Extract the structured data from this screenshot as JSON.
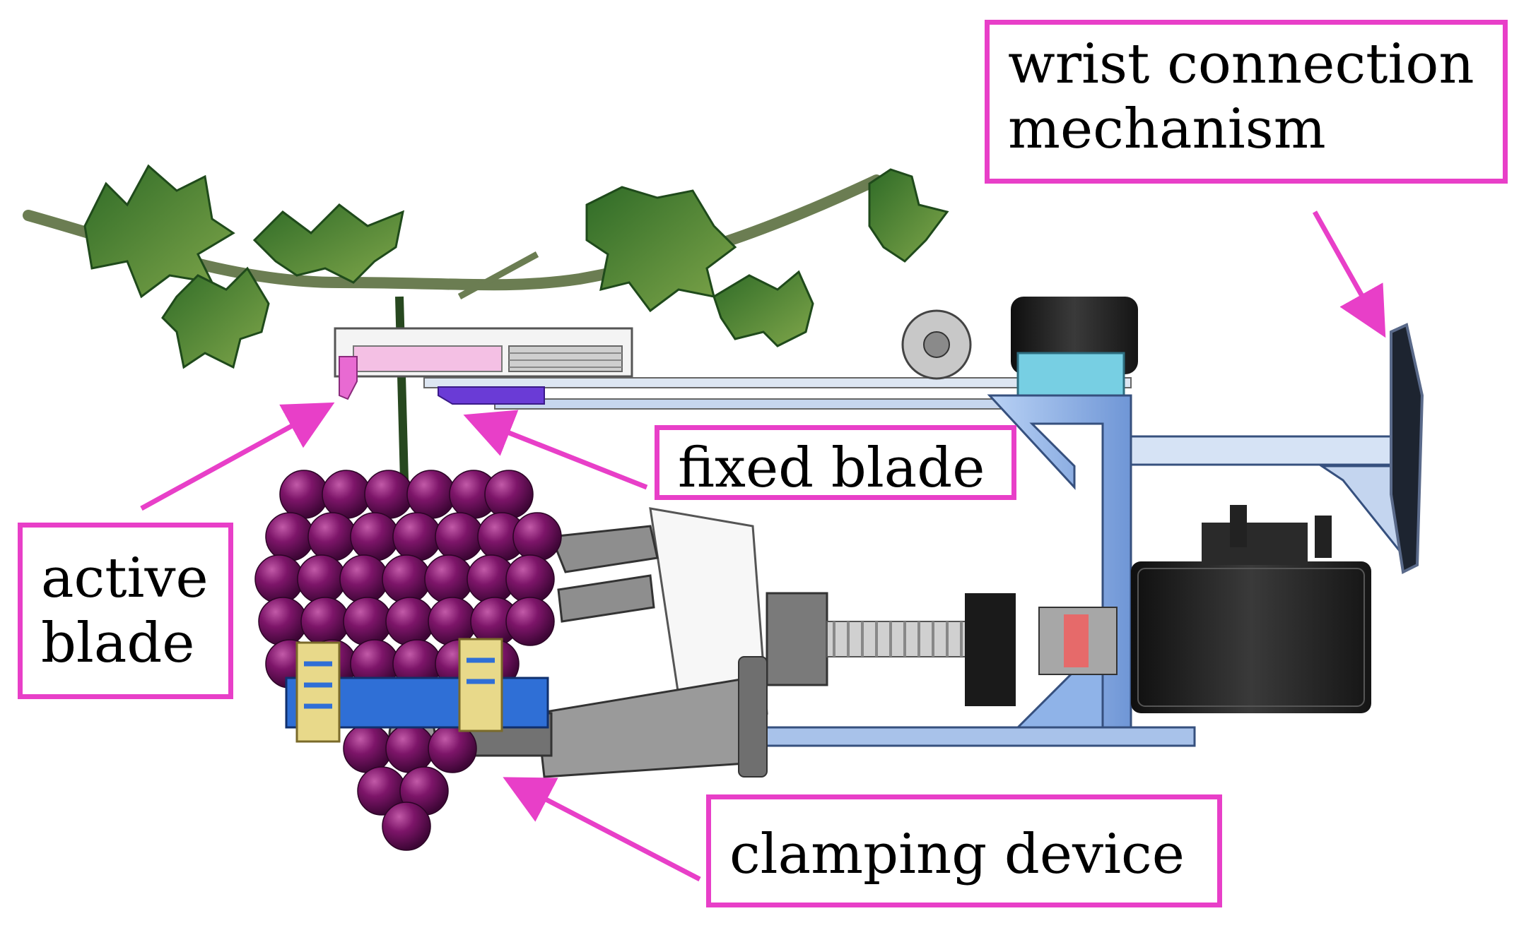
{
  "labels": {
    "wrist": [
      "wrist connection",
      "mechanism"
    ],
    "fixed": [
      "fixed blade"
    ],
    "active": [
      "active",
      "blade"
    ],
    "clamp": [
      "clamping device"
    ]
  },
  "colors": {
    "label_border": "#e83fc8",
    "arrow": "#e83fc8",
    "grape": "#6a0f5a",
    "leaf": "#3f7a2f",
    "frame": "#8fb3e8",
    "motor": "#1e1e1e",
    "blade_active": "#e86ad2",
    "blade_fixed": "#6a3bd6"
  }
}
